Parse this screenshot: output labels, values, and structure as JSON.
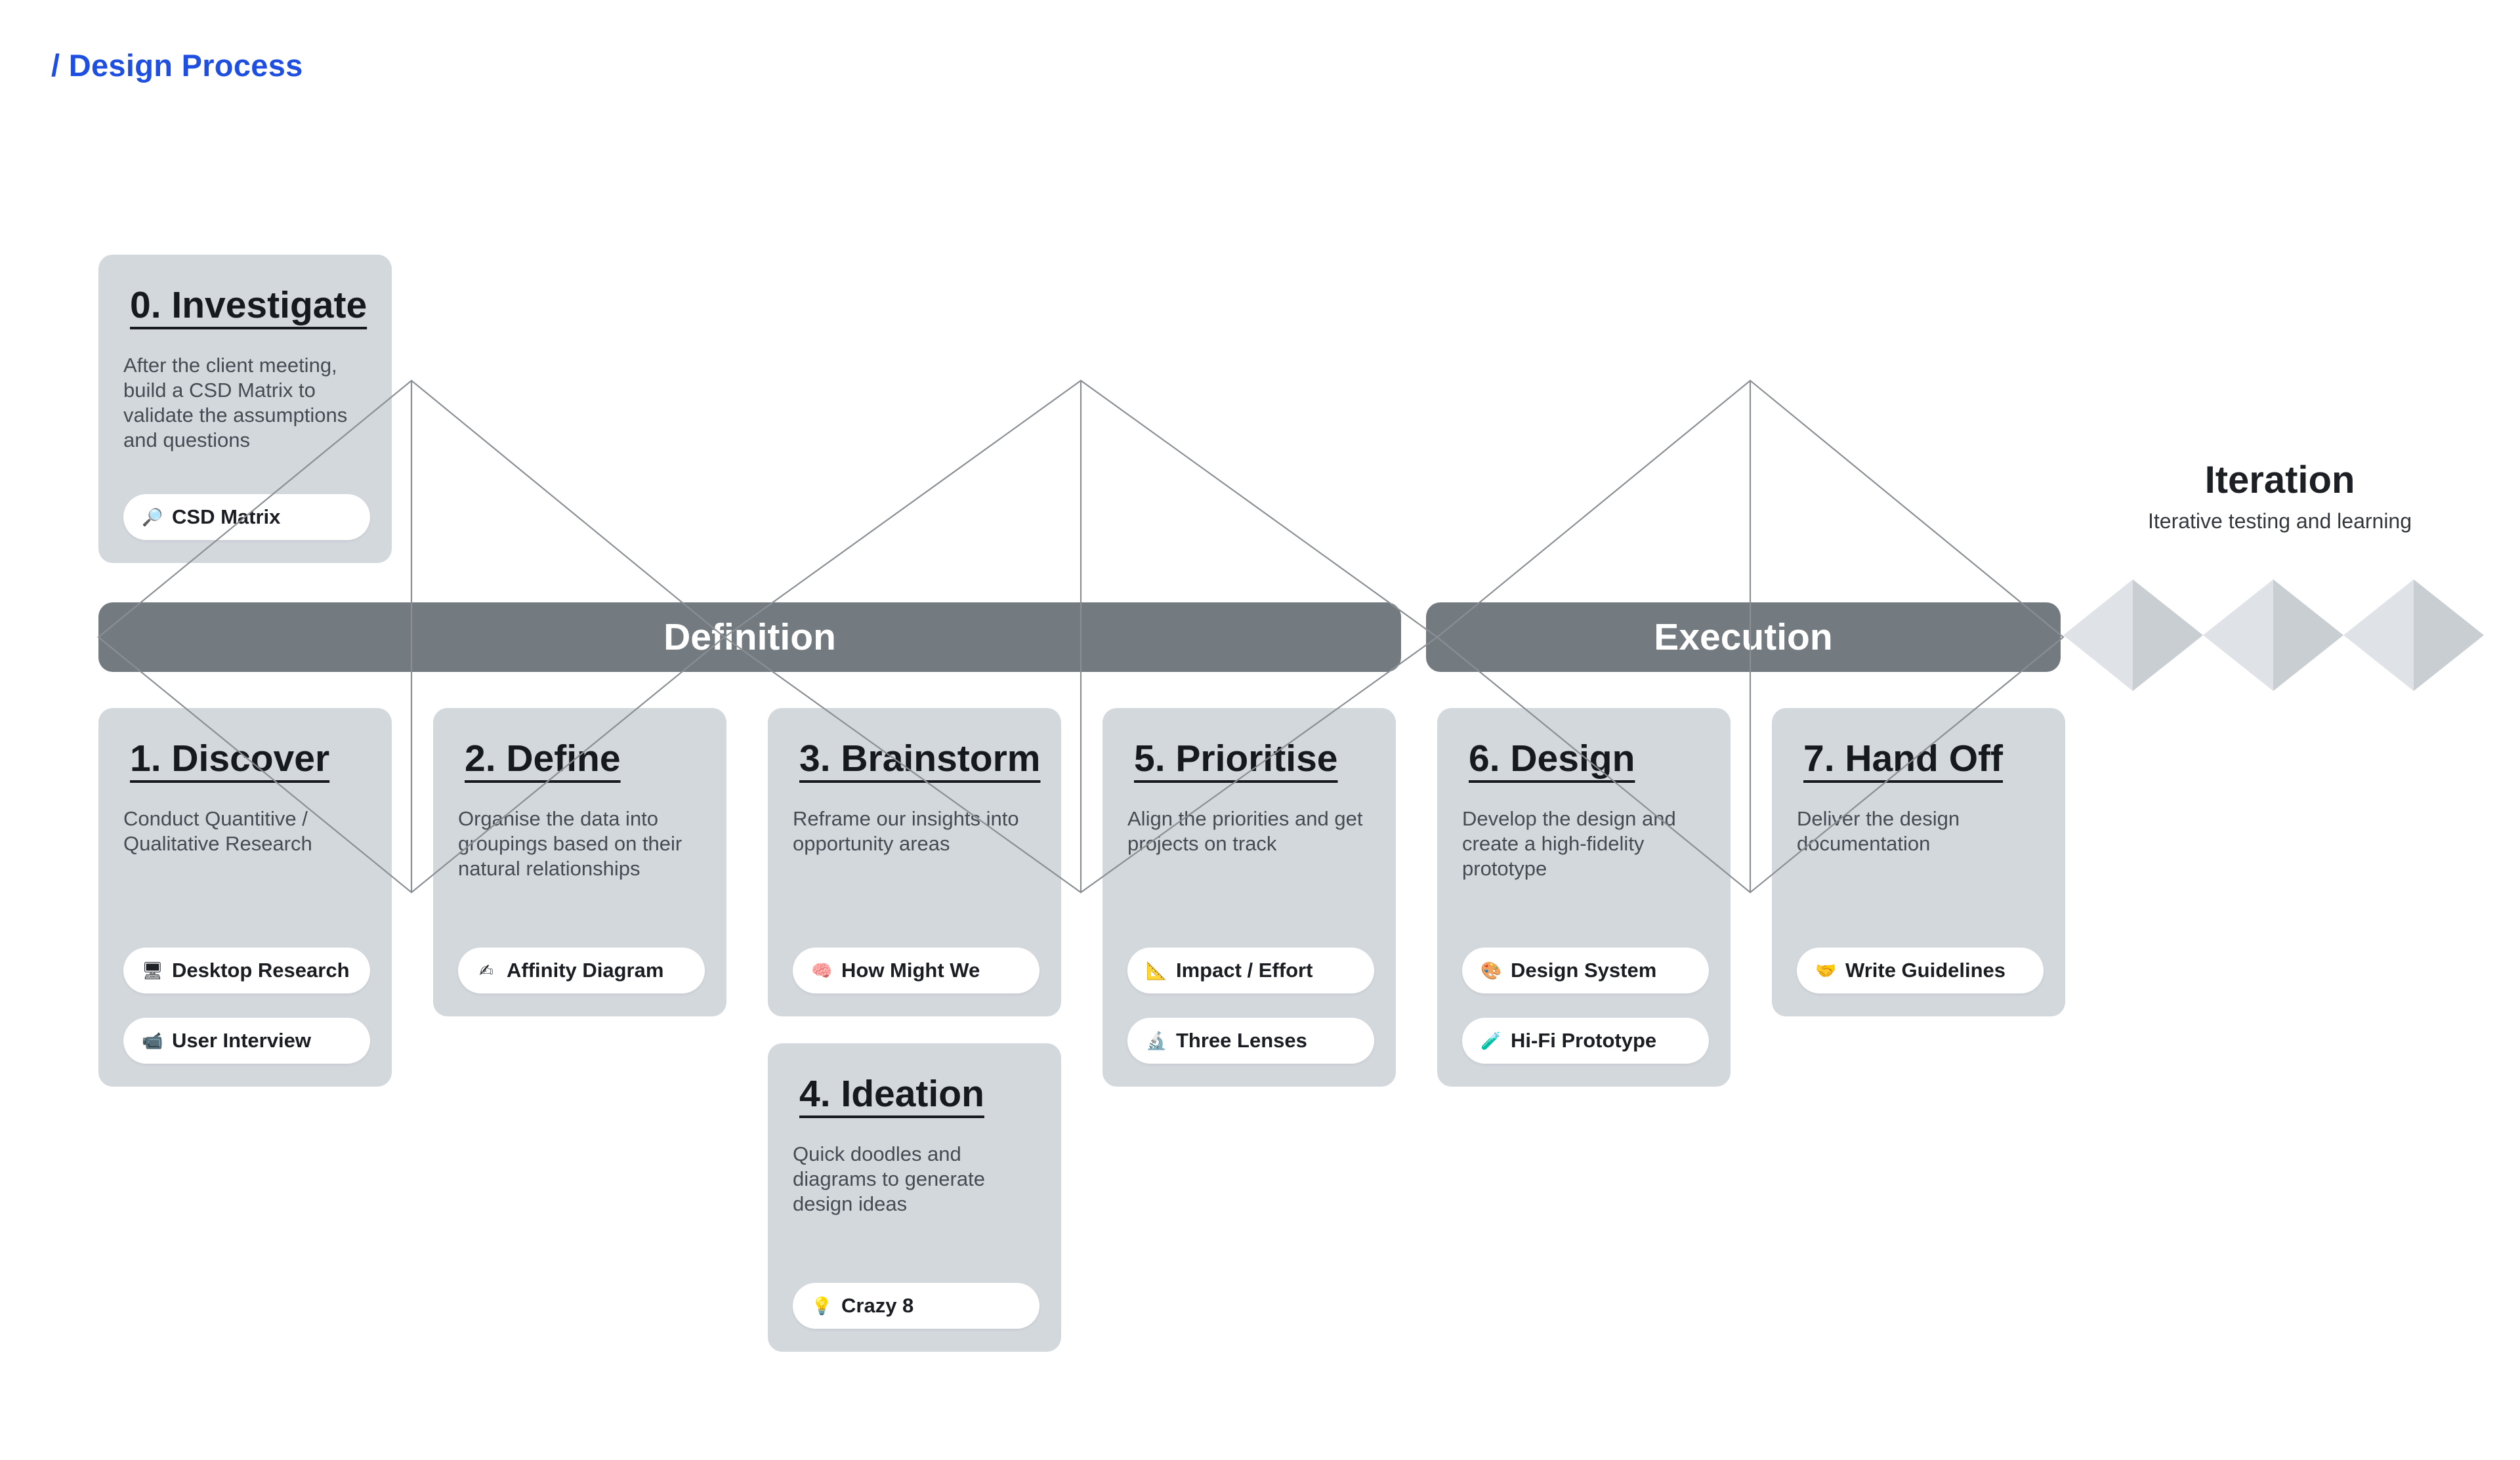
{
  "header": {
    "title": "/ Design Process"
  },
  "phases": {
    "definition": "Definition",
    "execution": "Execution"
  },
  "iteration": {
    "title": "Iteration",
    "subtitle": "Iterative testing and learning"
  },
  "cards": {
    "investigate": {
      "title": "0. Investigate",
      "description": "After the client meeting, build a CSD Matrix to validate the assumptions and questions",
      "tools": [
        {
          "icon": "magnifier-icon",
          "glyph": "🔎",
          "label": "CSD Matrix"
        }
      ]
    },
    "discover": {
      "title": "1. Discover",
      "description": "Conduct Quantitive / Qualitative Research",
      "tools": [
        {
          "icon": "desktop-icon",
          "glyph": "🖥",
          "label": "Desktop Research"
        },
        {
          "icon": "video-camera-icon",
          "glyph": "📹",
          "label": "User Interview"
        }
      ]
    },
    "define": {
      "title": "2. Define",
      "description": "Organise the data into groupings based on their natural relationships",
      "tools": [
        {
          "icon": "writing-hand-icon",
          "glyph": "✍",
          "label": "Affinity Diagram"
        }
      ]
    },
    "brainstorm": {
      "title": "3. Brainstorm",
      "description": "Reframe our insights into opportunity areas",
      "tools": [
        {
          "icon": "brain-icon",
          "glyph": "🧠",
          "label": "How Might We"
        }
      ]
    },
    "ideation": {
      "title": "4. Ideation",
      "description": "Quick doodles and diagrams to generate design ideas",
      "tools": [
        {
          "icon": "light-bulb-icon",
          "glyph": "💡",
          "label": "Crazy 8"
        }
      ]
    },
    "prioritise": {
      "title": "5. Prioritise",
      "description": "Align the priorities and get projects on track",
      "tools": [
        {
          "icon": "triangular-ruler-icon",
          "glyph": "📐",
          "label": "Impact / Effort"
        },
        {
          "icon": "microscope-icon",
          "glyph": "🔬",
          "label": "Three Lenses"
        }
      ]
    },
    "design": {
      "title": "6. Design",
      "description": "Develop the design and create a high-fidelity prototype",
      "tools": [
        {
          "icon": "palette-icon",
          "glyph": "🎨",
          "label": "Design System"
        },
        {
          "icon": "test-tube-icon",
          "glyph": "🧪",
          "label": "Hi-Fi Prototype"
        }
      ]
    },
    "handoff": {
      "title": "7. Hand Off",
      "description": "Deliver the design documentation",
      "tools": [
        {
          "icon": "handshake-icon",
          "glyph": "🤝",
          "label": "Write Guidelines"
        }
      ]
    }
  },
  "colors": {
    "accent": "#1f4fe0",
    "card": "#d3d8dd",
    "phase_bar": "#737a80",
    "diamond_light": "#dfe3e7",
    "diamond_dark": "#c9ced3"
  }
}
